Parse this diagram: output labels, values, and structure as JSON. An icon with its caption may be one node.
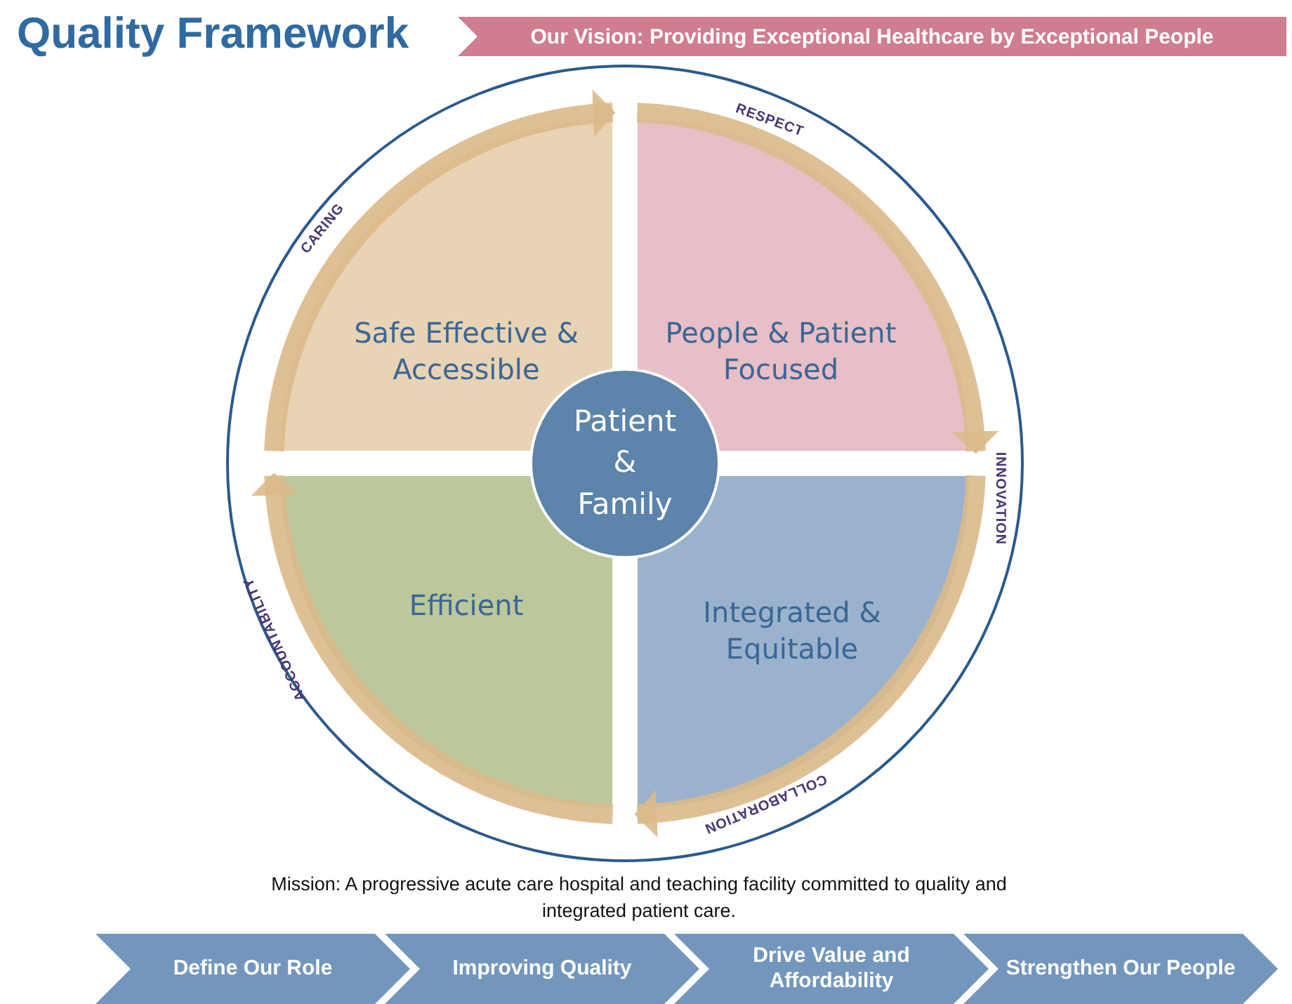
{
  "diagram": {
    "title": "Quality Framework",
    "nodes": [
      {
        "text": [
          "Our Vision: Providing Exceptional Healthcare by Exceptional People"
        ]
      },
      {
        "text": [
          "Safe Effective & Accessible"
        ]
      },
      {
        "text": [
          "People & Patient Focused"
        ]
      },
      {
        "text": [
          "Patient & Family"
        ]
      },
      {
        "text": [
          "Efficient"
        ]
      },
      {
        "text": [
          "Integrated & Equitable"
        ]
      },
      {
        "text": [
          "Define Our Role"
        ]
      },
      {
        "text": [
          "Improving Quality"
        ]
      },
      {
        "text": [
          "Drive Value and Affordability"
        ]
      },
      {
        "text": [
          "Strengthen Our People"
        ]
      }
    ],
    "edges": [
      {
        "from": 1,
        "to": 2,
        "arrow": "to"
      },
      {
        "from": 2,
        "to": 5,
        "arrow": "to"
      },
      {
        "from": 5,
        "to": 4,
        "arrow": "to"
      },
      {
        "from": 4,
        "to": 1,
        "arrow": "to"
      }
    ],
    "labels": [
      "RESPECT",
      "CARING",
      "INNOVATION",
      "ACCOUNTABILITY",
      "COLLABORATION",
      "Mission:  A progressive acute care hospital and teaching facility committed to quality and integrated patient care."
    ]
  }
}
